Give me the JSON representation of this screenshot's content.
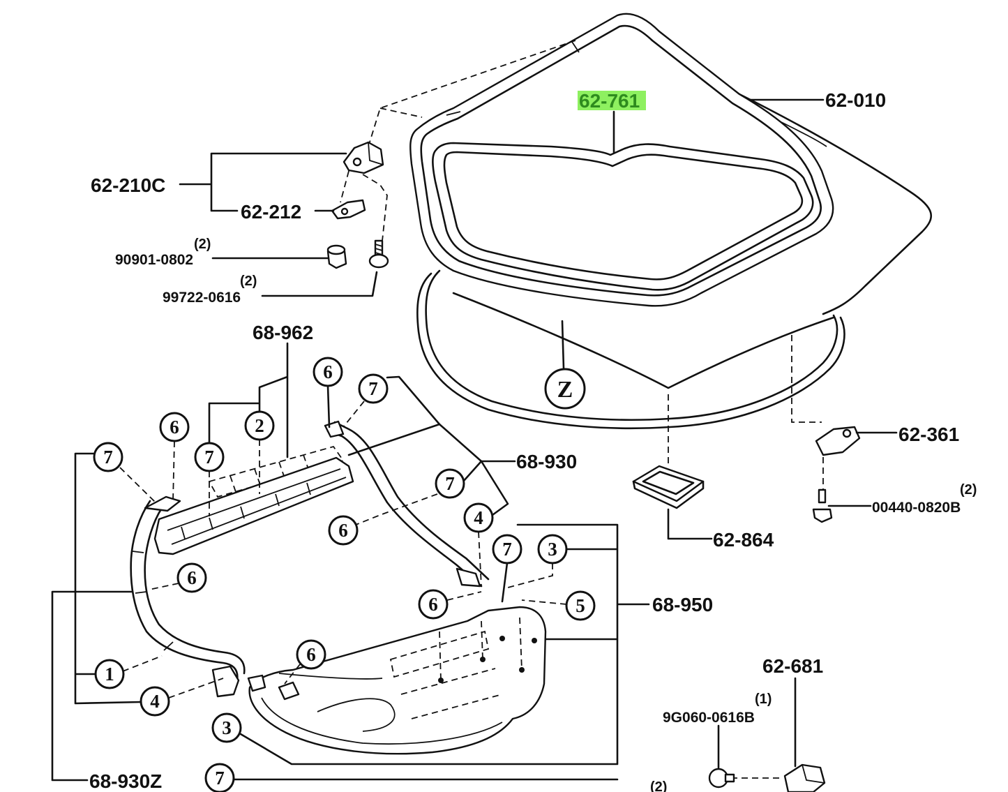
{
  "part_numbers": {
    "p62_761": "62-761",
    "p62_010": "62-010",
    "p62_210C": "62-210C",
    "p62_212": "62-212",
    "p90901_qty": "(2)",
    "p90901": "90901-0802",
    "p99722_qty": "(2)",
    "p99722": "99722-0616",
    "p68_962": "68-962",
    "p62_361": "62-361",
    "p00440_qty": "(2)",
    "p00440": "00440-0820B",
    "p62_864": "62-864",
    "p68_930": "68-930",
    "p68_950": "68-950",
    "p62_681": "62-681",
    "p9G060_qty": "(1)",
    "p9G060": "9G060-0616B",
    "p_bottom_qty": "(2)",
    "p68_930Z": "68-930Z"
  },
  "view_marker": "Z",
  "callouts": [
    "6",
    "7",
    "6",
    "2",
    "7",
    "7",
    "7",
    "6",
    "4",
    "7",
    "3",
    "6",
    "6",
    "5",
    "6",
    "1",
    "4",
    "3",
    "7"
  ],
  "highlighted_part": "62-761",
  "colors": {
    "line": "#111111",
    "background": "#ffffff",
    "highlight_bg": "#8ef060",
    "highlight_text": "#2e8b1e"
  }
}
